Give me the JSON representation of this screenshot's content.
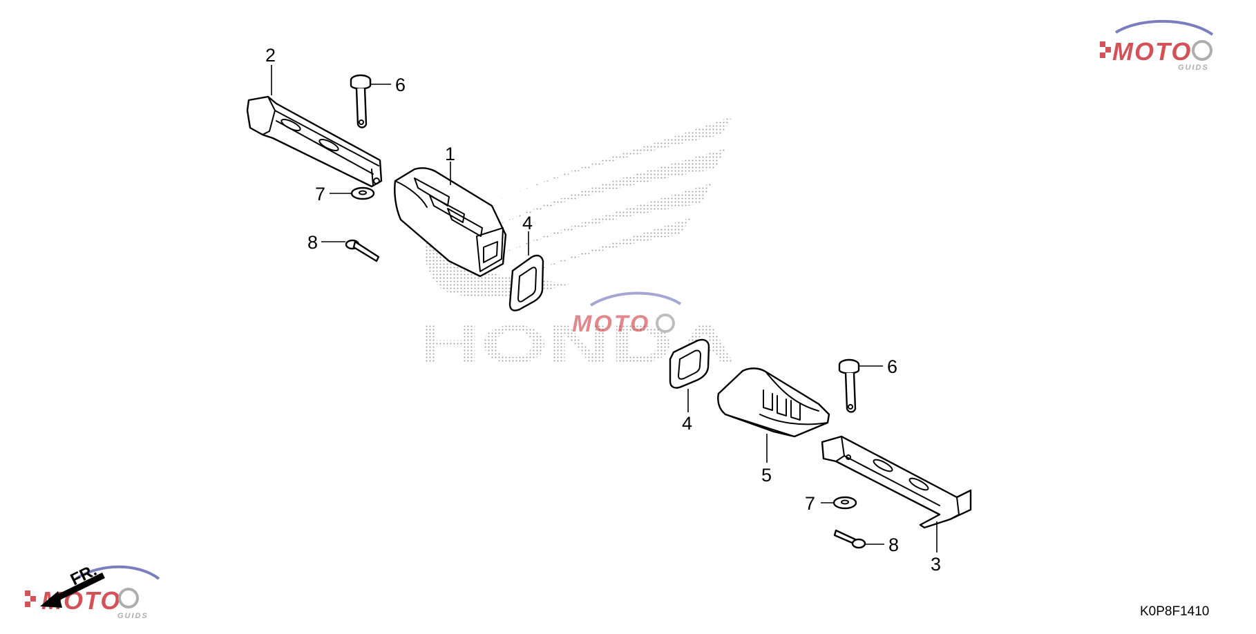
{
  "diagram_code": "K0P8F1410",
  "direction_label": "FR.",
  "watermark": {
    "text_main": "MOTO",
    "text_sub": "GUIDS",
    "brand_background": "HONDA",
    "brand_color": "#b8b8b8",
    "accent_red": "#c8282f",
    "accent_blue": "#5a5fb0"
  },
  "callouts": [
    {
      "id": "c2a",
      "number": "2"
    },
    {
      "id": "c6a",
      "number": "6"
    },
    {
      "id": "c1",
      "number": "1"
    },
    {
      "id": "c7a",
      "number": "7"
    },
    {
      "id": "c8a",
      "number": "8"
    },
    {
      "id": "c4a",
      "number": "4"
    },
    {
      "id": "c4b",
      "number": "4"
    },
    {
      "id": "c6b",
      "number": "6"
    },
    {
      "id": "c5",
      "number": "5"
    },
    {
      "id": "c7b",
      "number": "7"
    },
    {
      "id": "c8b",
      "number": "8"
    },
    {
      "id": "c3",
      "number": "3"
    }
  ]
}
